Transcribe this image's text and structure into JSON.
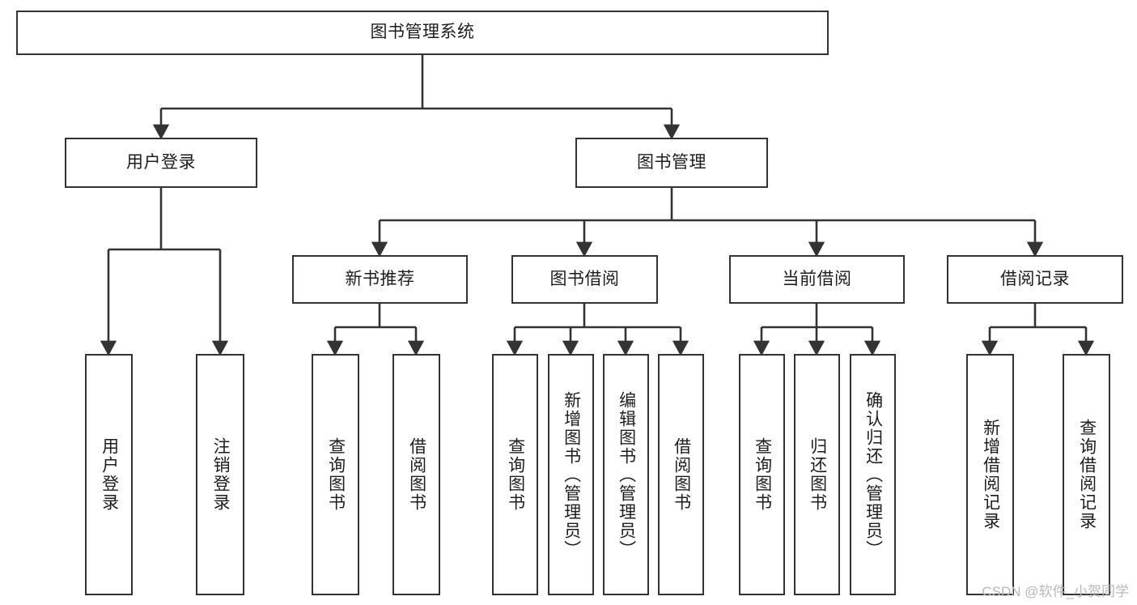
{
  "diagram": {
    "type": "tree-hierarchy-chart",
    "title": "图书管理系统",
    "orientation": "top-down",
    "colors": {
      "box_border": "#333333",
      "box_fill": "#ffffff",
      "connector": "#333333",
      "text": "#1d1d1a",
      "watermark": "#b9b9b9",
      "background": "#ffffff"
    },
    "root": {
      "label": "图书管理系统"
    },
    "level2": [
      {
        "label": "用户登录"
      },
      {
        "label": "图书管理"
      }
    ],
    "level3": [
      {
        "label": "新书推荐"
      },
      {
        "label": "图书借阅"
      },
      {
        "label": "当前借阅"
      },
      {
        "label": "借阅记录"
      }
    ],
    "leaves": {
      "user_login": [
        {
          "label": "用户登录"
        },
        {
          "label": "注销登录"
        }
      ],
      "new_book_recommend": [
        {
          "label": "查询图书"
        },
        {
          "label": "借阅图书"
        }
      ],
      "book_borrow": [
        {
          "label": "查询图书"
        },
        {
          "label": "新增图书（管理员）"
        },
        {
          "label": "编辑图书（管理员）"
        },
        {
          "label": "借阅图书"
        }
      ],
      "current_borrow": [
        {
          "label": "查询图书"
        },
        {
          "label": "归还图书"
        },
        {
          "label": "确认归还（管理员）"
        }
      ],
      "borrow_record": [
        {
          "label": "新增借阅记录"
        },
        {
          "label": "查询借阅记录"
        }
      ]
    }
  },
  "watermark": {
    "text": "CSDN @软件_小贺同学"
  }
}
